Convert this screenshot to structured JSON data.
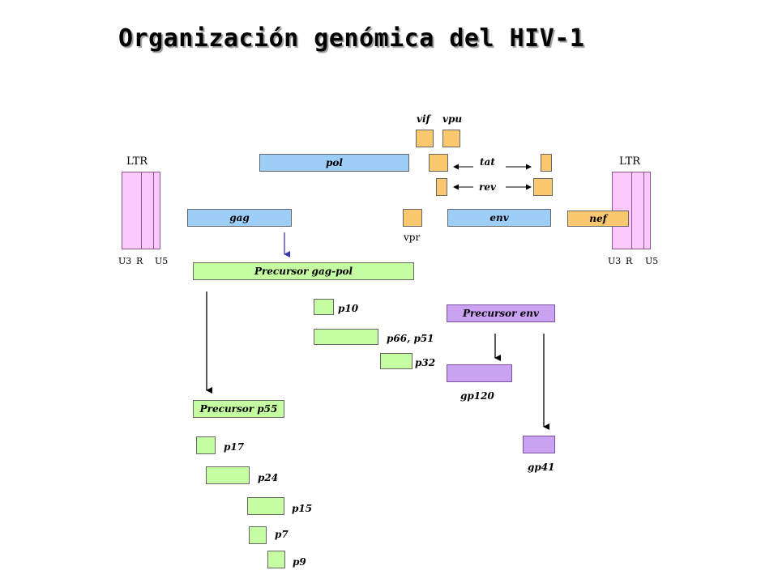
{
  "title": "Organización genómica del HIV-1",
  "ltr_left": {
    "label": "LTR",
    "regions": [
      "U3",
      "R",
      "U5"
    ]
  },
  "ltr_right": {
    "label": "LTR",
    "regions": [
      "U3",
      "R",
      "U5"
    ]
  },
  "genes": {
    "pol": "pol",
    "gag": "gag",
    "env": "env",
    "nef": "nef",
    "vif": "vif",
    "vpu": "vpu",
    "tat": "tat",
    "rev": "rev",
    "vpr": "vpr"
  },
  "precursors": {
    "gag_pol": "Precursor gag-pol",
    "env": "Precursor env",
    "p55": "Precursor p55"
  },
  "proteins": {
    "p10": "p10",
    "p66_p51": "p66, p51",
    "p32": "p32",
    "gp120": "gp120",
    "gp41": "gp41",
    "p17": "p17",
    "p24": "p24",
    "p15": "p15",
    "p7": "p7",
    "p9": "p9"
  },
  "colors": {
    "blue": "#9ccef8",
    "orange": "#fbc870",
    "green": "#c6fca2",
    "purple": "#c9a2f2",
    "pink": "#fbc8fb"
  }
}
